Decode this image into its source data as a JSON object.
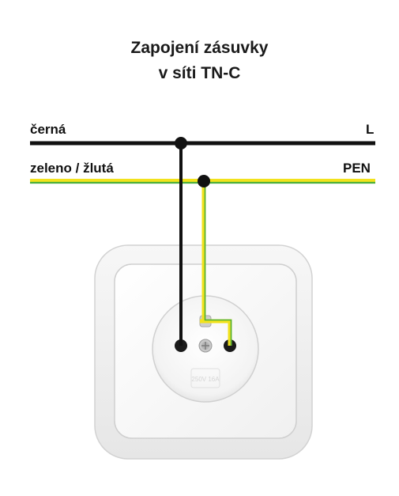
{
  "title": {
    "line1": "Zapojení zásuvky",
    "line2": "v síti TN-C"
  },
  "wires": {
    "phase": {
      "name": "černá",
      "conductor": "L",
      "color": "#111111"
    },
    "pen": {
      "name": "zeleno / žlutá",
      "conductor": "PEN",
      "colors": [
        "#f2e21c",
        "#4caf3a"
      ]
    }
  },
  "socket": {
    "label_text": "250V 16A"
  }
}
